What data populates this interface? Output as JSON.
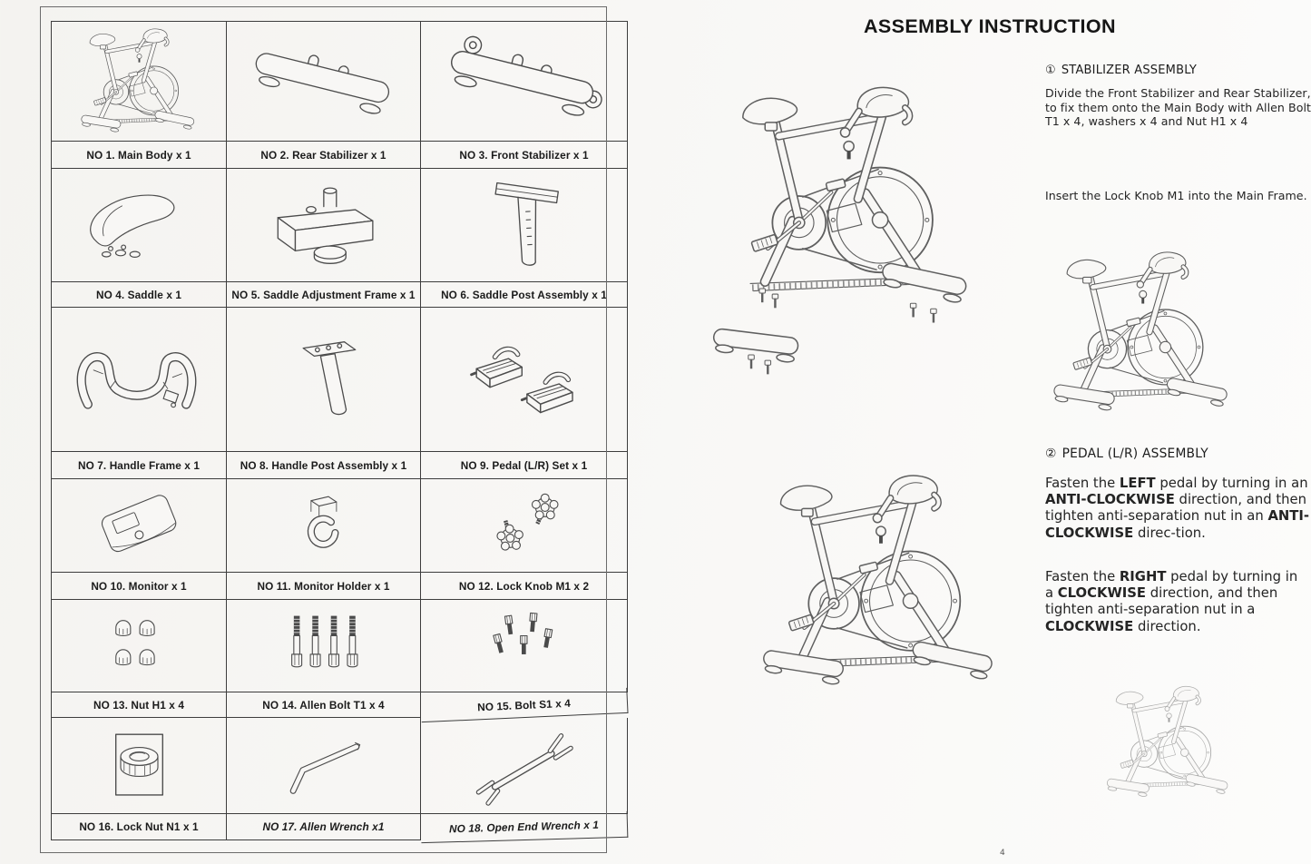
{
  "page": {
    "title": "ASSEMBLY INSTRUCTION",
    "page_number": "4"
  },
  "parts_table": {
    "rows": [
      {
        "cells": [
          {
            "label": "NO 1. Main Body x 1",
            "icon": "main-body"
          },
          {
            "label": "NO 2. Rear Stabilizer x 1",
            "icon": "rear-stabilizer"
          },
          {
            "label": "NO 3. Front Stabilizer x 1",
            "icon": "front-stabilizer"
          }
        ]
      },
      {
        "cells": [
          {
            "label": "NO 4. Saddle x 1",
            "icon": "saddle"
          },
          {
            "label": "NO 5. Saddle Adjustment Frame x 1",
            "icon": "saddle-adjustment-frame"
          },
          {
            "label": "NO 6. Saddle Post Assembly x 1",
            "icon": "saddle-post"
          }
        ]
      },
      {
        "cells": [
          {
            "label": "NO 7. Handle Frame x 1",
            "icon": "handle-frame"
          },
          {
            "label": "NO 8. Handle Post Assembly x 1",
            "icon": "handle-post"
          },
          {
            "label": "NO 9. Pedal (L/R) Set x 1",
            "icon": "pedal-set"
          }
        ]
      },
      {
        "cells": [
          {
            "label": "NO 10. Monitor x 1",
            "icon": "monitor"
          },
          {
            "label": "NO 11. Monitor Holder x 1",
            "icon": "monitor-holder"
          },
          {
            "label": "NO 12. Lock Knob M1 x 2",
            "icon": "lock-knob"
          }
        ]
      },
      {
        "cells": [
          {
            "label": "NO 13. Nut H1 x 4",
            "icon": "nut"
          },
          {
            "label": "NO 14. Allen Bolt T1 x 4",
            "icon": "allen-bolt"
          },
          {
            "label": "NO 15. Bolt S1 x 4",
            "icon": "bolt"
          }
        ]
      },
      {
        "cells": [
          {
            "label": "NO 16. Lock Nut N1 x 1",
            "icon": "lock-nut"
          },
          {
            "label": "NO 17. Allen Wrench x1",
            "icon": "allen-wrench"
          },
          {
            "label": "NO 18. Open End Wrench x 1",
            "icon": "open-end-wrench"
          }
        ]
      }
    ]
  },
  "sections": [
    {
      "num": "①",
      "title": "STABILIZER ASSEMBLY",
      "paragraphs": [
        [
          {
            "text": "Divide the Front Stabilizer and Rear Stabilizer, to fix them onto the Main Body with Allen Bolt T1 x 4, washers x 4 and Nut H1 x 4"
          }
        ],
        [
          {
            "text": "Insert the Lock Knob M1 into the Main Frame."
          }
        ]
      ]
    },
    {
      "num": "②",
      "title": "PEDAL (L/R) ASSEMBLY",
      "paragraphs": [
        [
          {
            "text": "Fasten the "
          },
          {
            "text": "LEFT",
            "bold": true
          },
          {
            "text": " pedal by turning in an "
          },
          {
            "text": "ANTI-CLOCKWISE",
            "bold": true
          },
          {
            "text": " direction, and then tighten anti-separation nut in an "
          },
          {
            "text": "ANTI-CLOCKWISE",
            "bold": true
          },
          {
            "text": " direc-tion."
          }
        ],
        [
          {
            "text": "Fasten the "
          },
          {
            "text": "RIGHT",
            "bold": true
          },
          {
            "text": " pedal by turning in a "
          },
          {
            "text": "CLOCKWISE",
            "bold": true
          },
          {
            "text": " direction, and then tighten anti-separation nut in a "
          },
          {
            "text": "CLOCKWISE",
            "bold": true
          },
          {
            "text": " direction."
          }
        ]
      ]
    }
  ]
}
